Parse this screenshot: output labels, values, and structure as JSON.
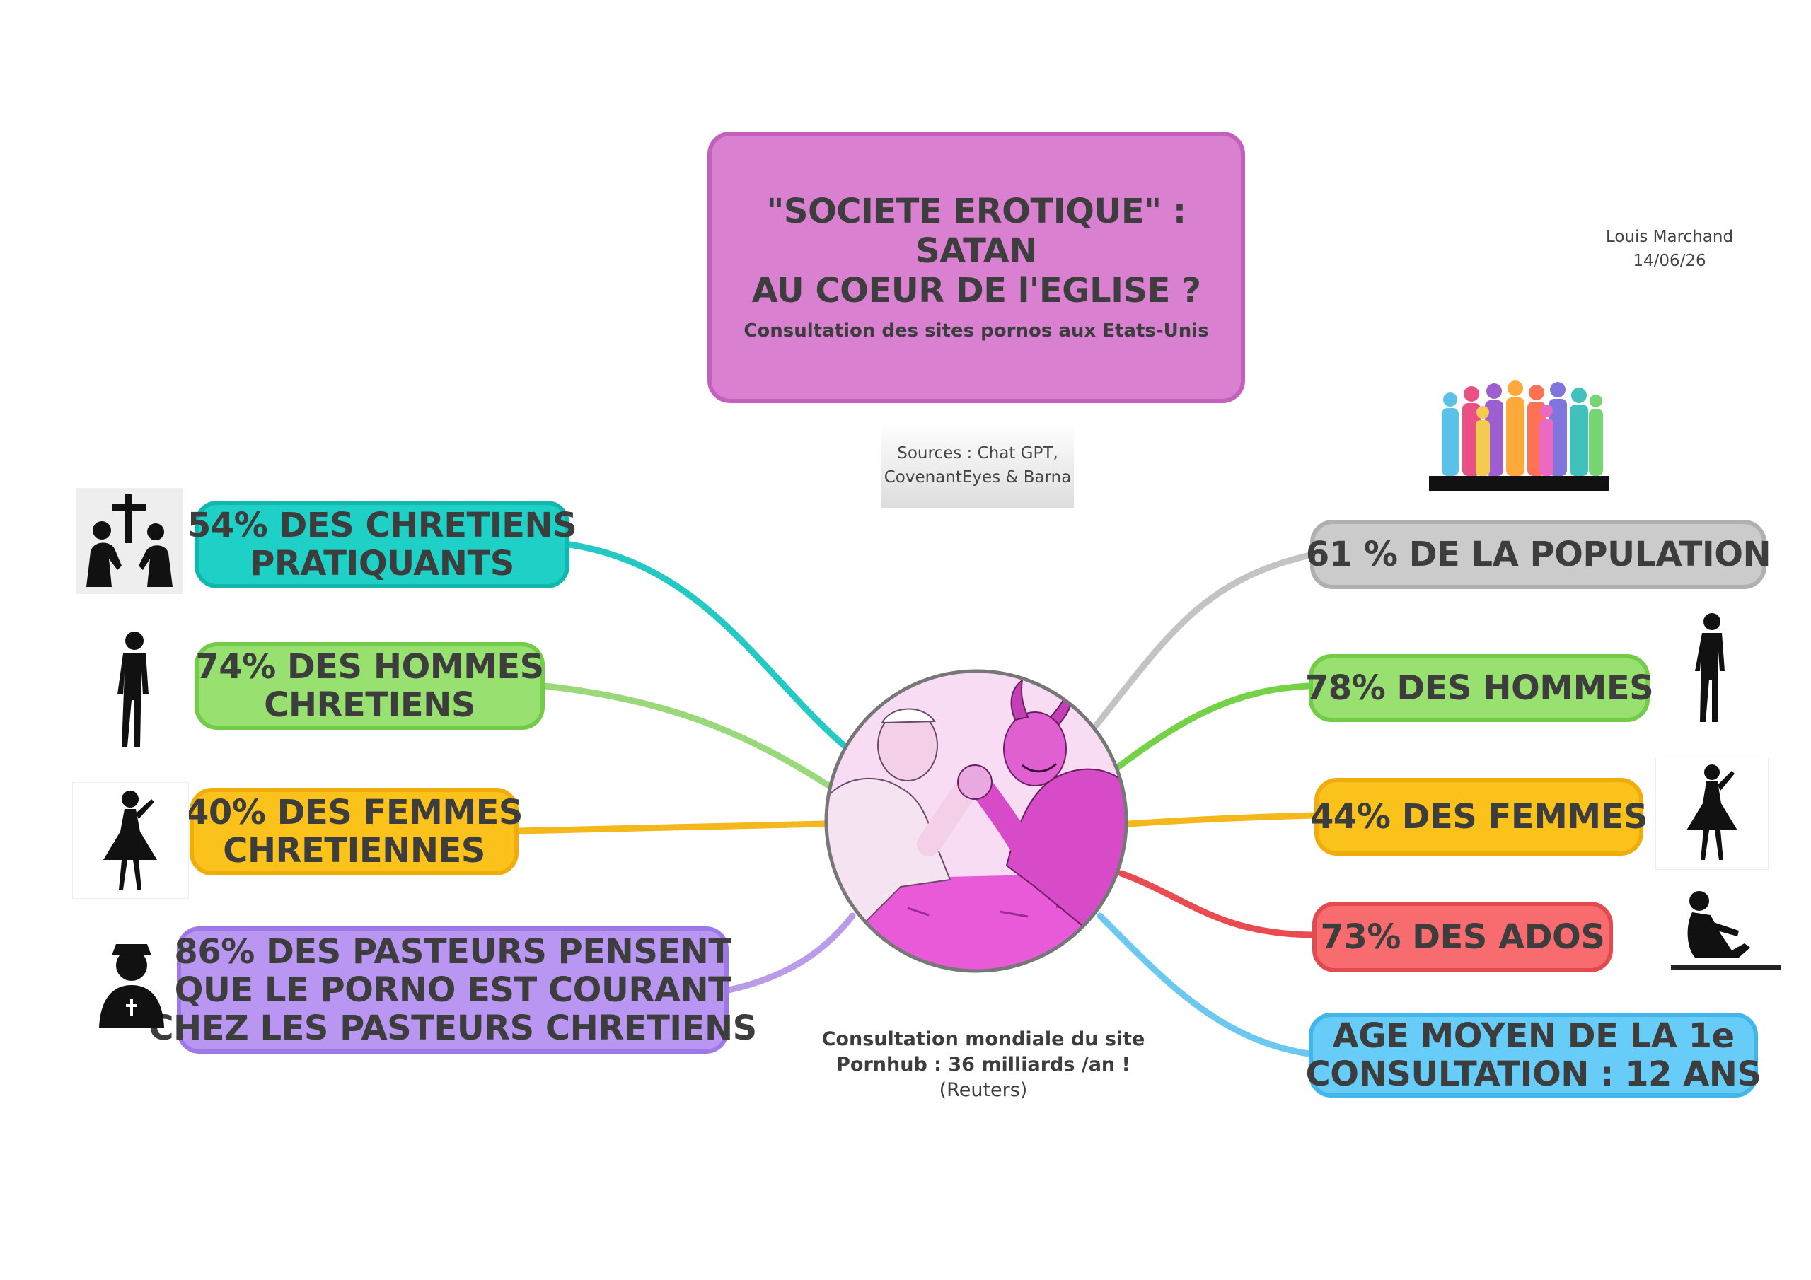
{
  "title": {
    "line1": "\"SOCIETE EROTIQUE\" : SATAN",
    "line2": "AU COEUR DE l'EGLISE ?",
    "subtitle": "Consultation des sites pornos aux Etats-Unis"
  },
  "author": {
    "name": "Louis Marchand",
    "date": "14/06/26"
  },
  "sources": {
    "line1": "Sources : Chat GPT,",
    "line2": "CovenantEyes & Barna"
  },
  "center_caption": {
    "line1": "Consultation mondiale du site",
    "line2": "Pornhub : 36 milliards /an  !",
    "line3": "(Reuters)"
  },
  "left_nodes": [
    {
      "line1": "54% DES CHRETIENS",
      "line2": "PRATIQUANTS",
      "color": "#1fd0c6",
      "border": "#12b8ae",
      "icon": "praying-couple-cross-icon"
    },
    {
      "line1": "74% DES HOMMES",
      "line2": "CHRETIENS",
      "color": "#98e070",
      "border": "#72cc4a",
      "icon": "man-silhouette-icon"
    },
    {
      "line1": "40% DES FEMMES",
      "line2": "CHRETIENNES",
      "color": "#fbc21c",
      "border": "#f0ac0a",
      "icon": "woman-silhouette-icon"
    },
    {
      "line1": "86% DES PASTEURS PENSENT",
      "line2": "QUE LE PORNO EST COURANT",
      "line3": "CHEZ LES PASTEURS CHRETIENS",
      "color": "#b896f2",
      "border": "#9e78e6",
      "icon": "pastor-silhouette-icon"
    }
  ],
  "right_nodes": [
    {
      "line1": "61 % DE LA POPULATION",
      "color": "#cbcbcb",
      "border": "#b0b0b0",
      "icon": "crowd-icon"
    },
    {
      "line1": "78% DES HOMMES",
      "color": "#98e070",
      "border": "#72cc4a",
      "icon": "man-silhouette-icon"
    },
    {
      "line1": "44% DES FEMMES",
      "color": "#fbc21c",
      "border": "#f0ac0a",
      "icon": "woman-silhouette-icon"
    },
    {
      "line1": "73% DES ADOS",
      "color": "#f86b6e",
      "border": "#e24a4e",
      "icon": "teen-sitting-icon"
    },
    {
      "line1": "AGE MOYEN DE LA 1e",
      "line2": "CONSULTATION : 12 ANS",
      "color": "#67ccf8",
      "border": "#42b5ea",
      "icon": ""
    }
  ],
  "connector_colors": [
    "#25c9c4",
    "#9ad97a",
    "#f4b81c",
    "#b99ce8",
    "#c3c3c3",
    "#74d148",
    "#f4b81c",
    "#e94c50",
    "#6dc8f0"
  ],
  "center_icon": "pope-vs-devil-arm-wrestling-icon"
}
